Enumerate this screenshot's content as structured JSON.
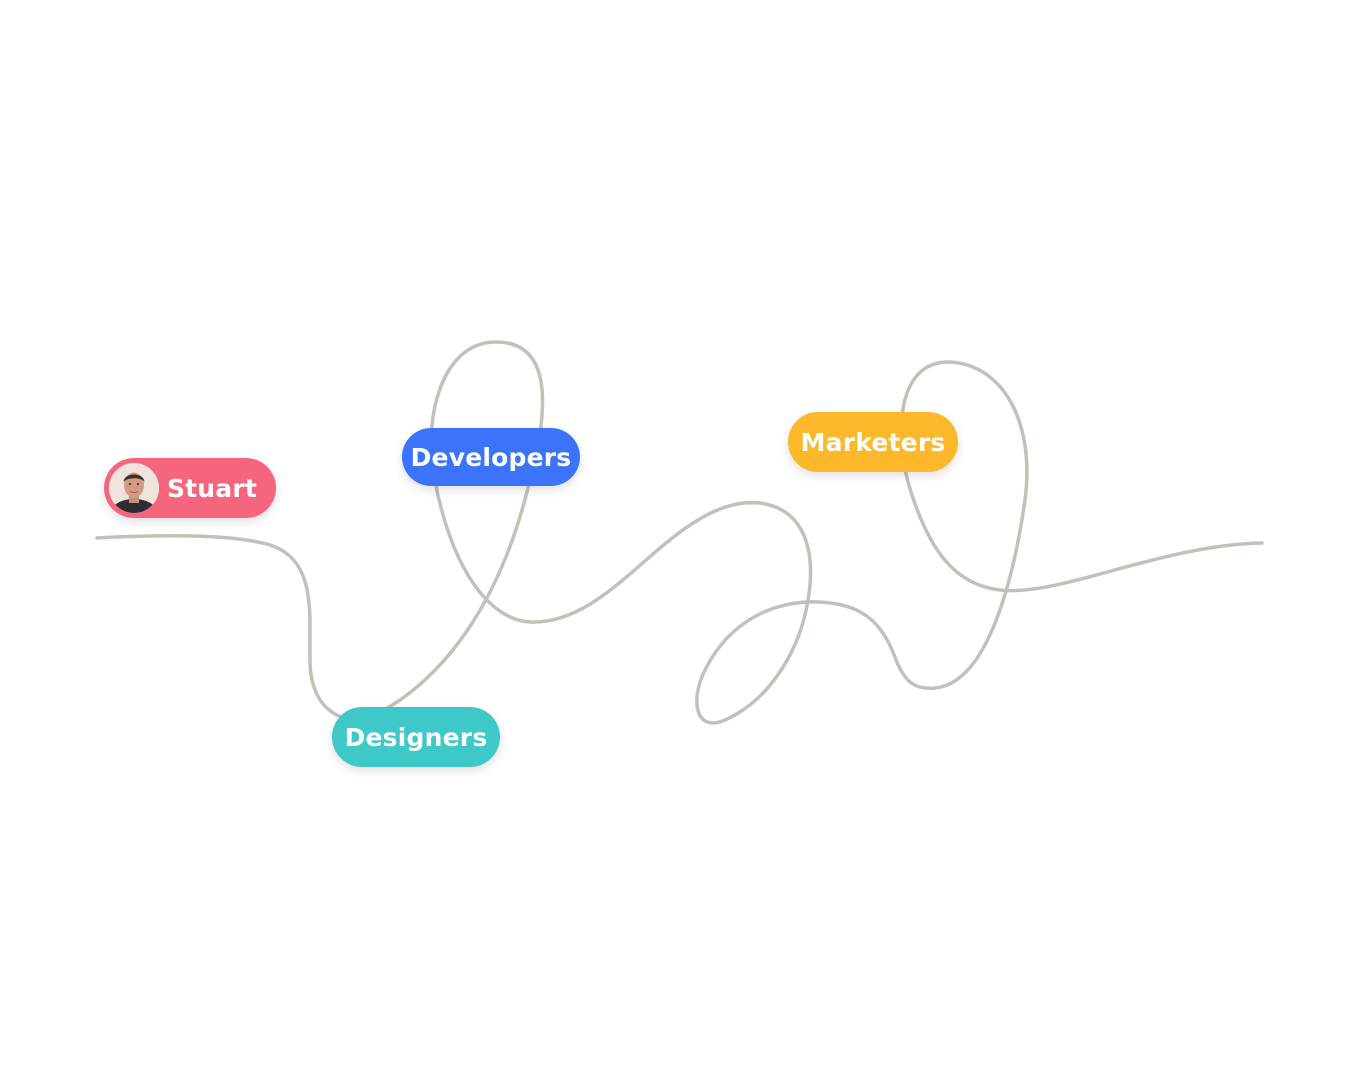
{
  "colors": {
    "path": "#c2c0b8",
    "stuart": "#f5657d",
    "developers": "#3b73fb",
    "designers": "#3fc8c8",
    "marketers": "#fdb72a"
  },
  "nodes": {
    "stuart": {
      "label": "Stuart",
      "icon": "user-avatar-photo"
    },
    "developers": {
      "label": "Developers"
    },
    "designers": {
      "label": "Designers"
    },
    "marketers": {
      "label": "Marketers"
    }
  }
}
